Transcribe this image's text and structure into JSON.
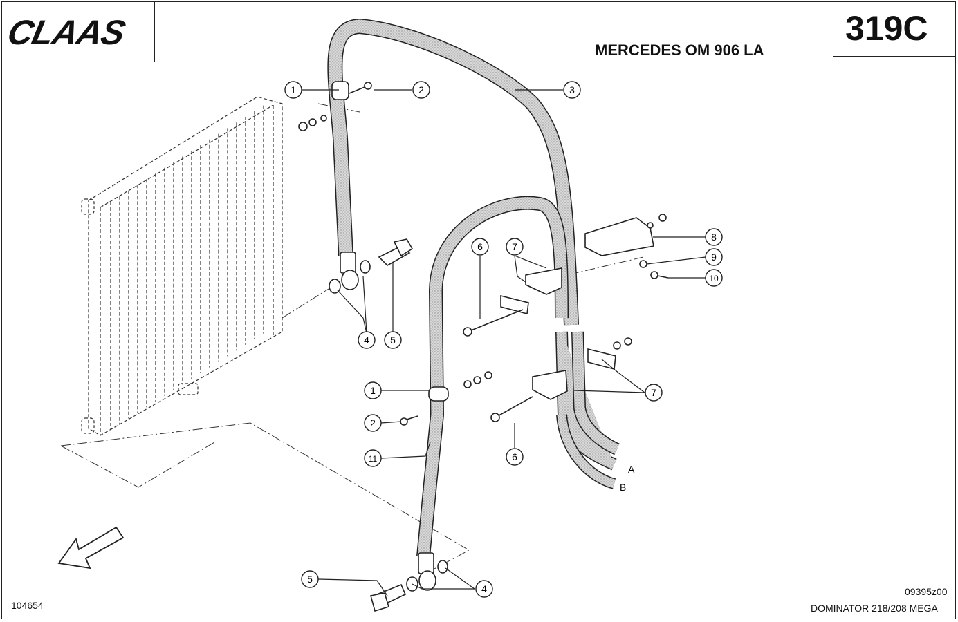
{
  "header": {
    "brand": "CLAAS",
    "engine": "MERCEDES OM  906 LA",
    "page_code": "319C"
  },
  "footer": {
    "drawing_number": "104654",
    "reference_code": "09395z00",
    "model": "DOMINATOR 218/208 MEGA"
  },
  "callouts": [
    {
      "id": "c1a",
      "label": "1"
    },
    {
      "id": "c2a",
      "label": "2"
    },
    {
      "id": "c3",
      "label": "3"
    },
    {
      "id": "c4a",
      "label": "4"
    },
    {
      "id": "c5a",
      "label": "5"
    },
    {
      "id": "c6a",
      "label": "6"
    },
    {
      "id": "c7a",
      "label": "7"
    },
    {
      "id": "c8",
      "label": "8"
    },
    {
      "id": "c9",
      "label": "9"
    },
    {
      "id": "c10",
      "label": "10"
    },
    {
      "id": "c1b",
      "label": "1"
    },
    {
      "id": "c2b",
      "label": "2"
    },
    {
      "id": "c7b",
      "label": "7"
    },
    {
      "id": "c11",
      "label": "11"
    },
    {
      "id": "c6b",
      "label": "6"
    },
    {
      "id": "c5b",
      "label": "5"
    },
    {
      "id": "c4b",
      "label": "4"
    }
  ],
  "hose_end_labels": [
    {
      "id": "endA",
      "label": "A"
    },
    {
      "id": "endB",
      "label": "B"
    }
  ]
}
